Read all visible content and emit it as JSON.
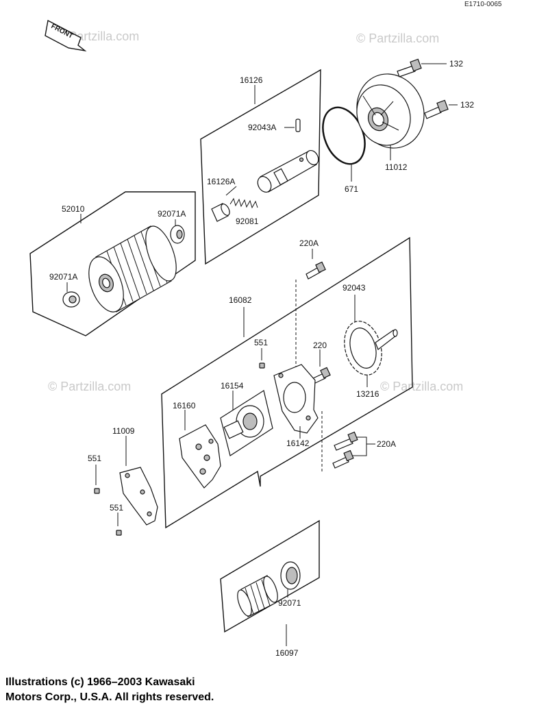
{
  "diagram_code": "E1710-0065",
  "front_label": "FRONT",
  "watermarks": [
    "© Partzilla.com",
    "© Partzilla.com",
    "© Partzilla.com",
    "© Partzilla.com"
  ],
  "labels": {
    "p132a": "132",
    "p132b": "132",
    "p16126": "16126",
    "p92043A": "92043A",
    "p16126A": "16126A",
    "p92081": "92081",
    "p671": "671",
    "p11012": "11012",
    "p52010": "52010",
    "p92071A_top": "92071A",
    "p92071A_left": "92071A",
    "p220A_top": "220A",
    "p16082": "16082",
    "p92043": "92043",
    "p551_mid": "551",
    "p220": "220",
    "p16154": "16154",
    "p16160": "16160",
    "p13216": "13216",
    "p11009": "11009",
    "p16142": "16142",
    "p220A_right": "220A",
    "p551_left": "551",
    "p551_bottom": "551",
    "p92071": "92071",
    "p16097": "16097"
  },
  "copyright": {
    "line1": "Illustrations (c) 1966–2003 Kawasaki",
    "line2": "Motors Corp., U.S.A.  All rights reserved."
  }
}
